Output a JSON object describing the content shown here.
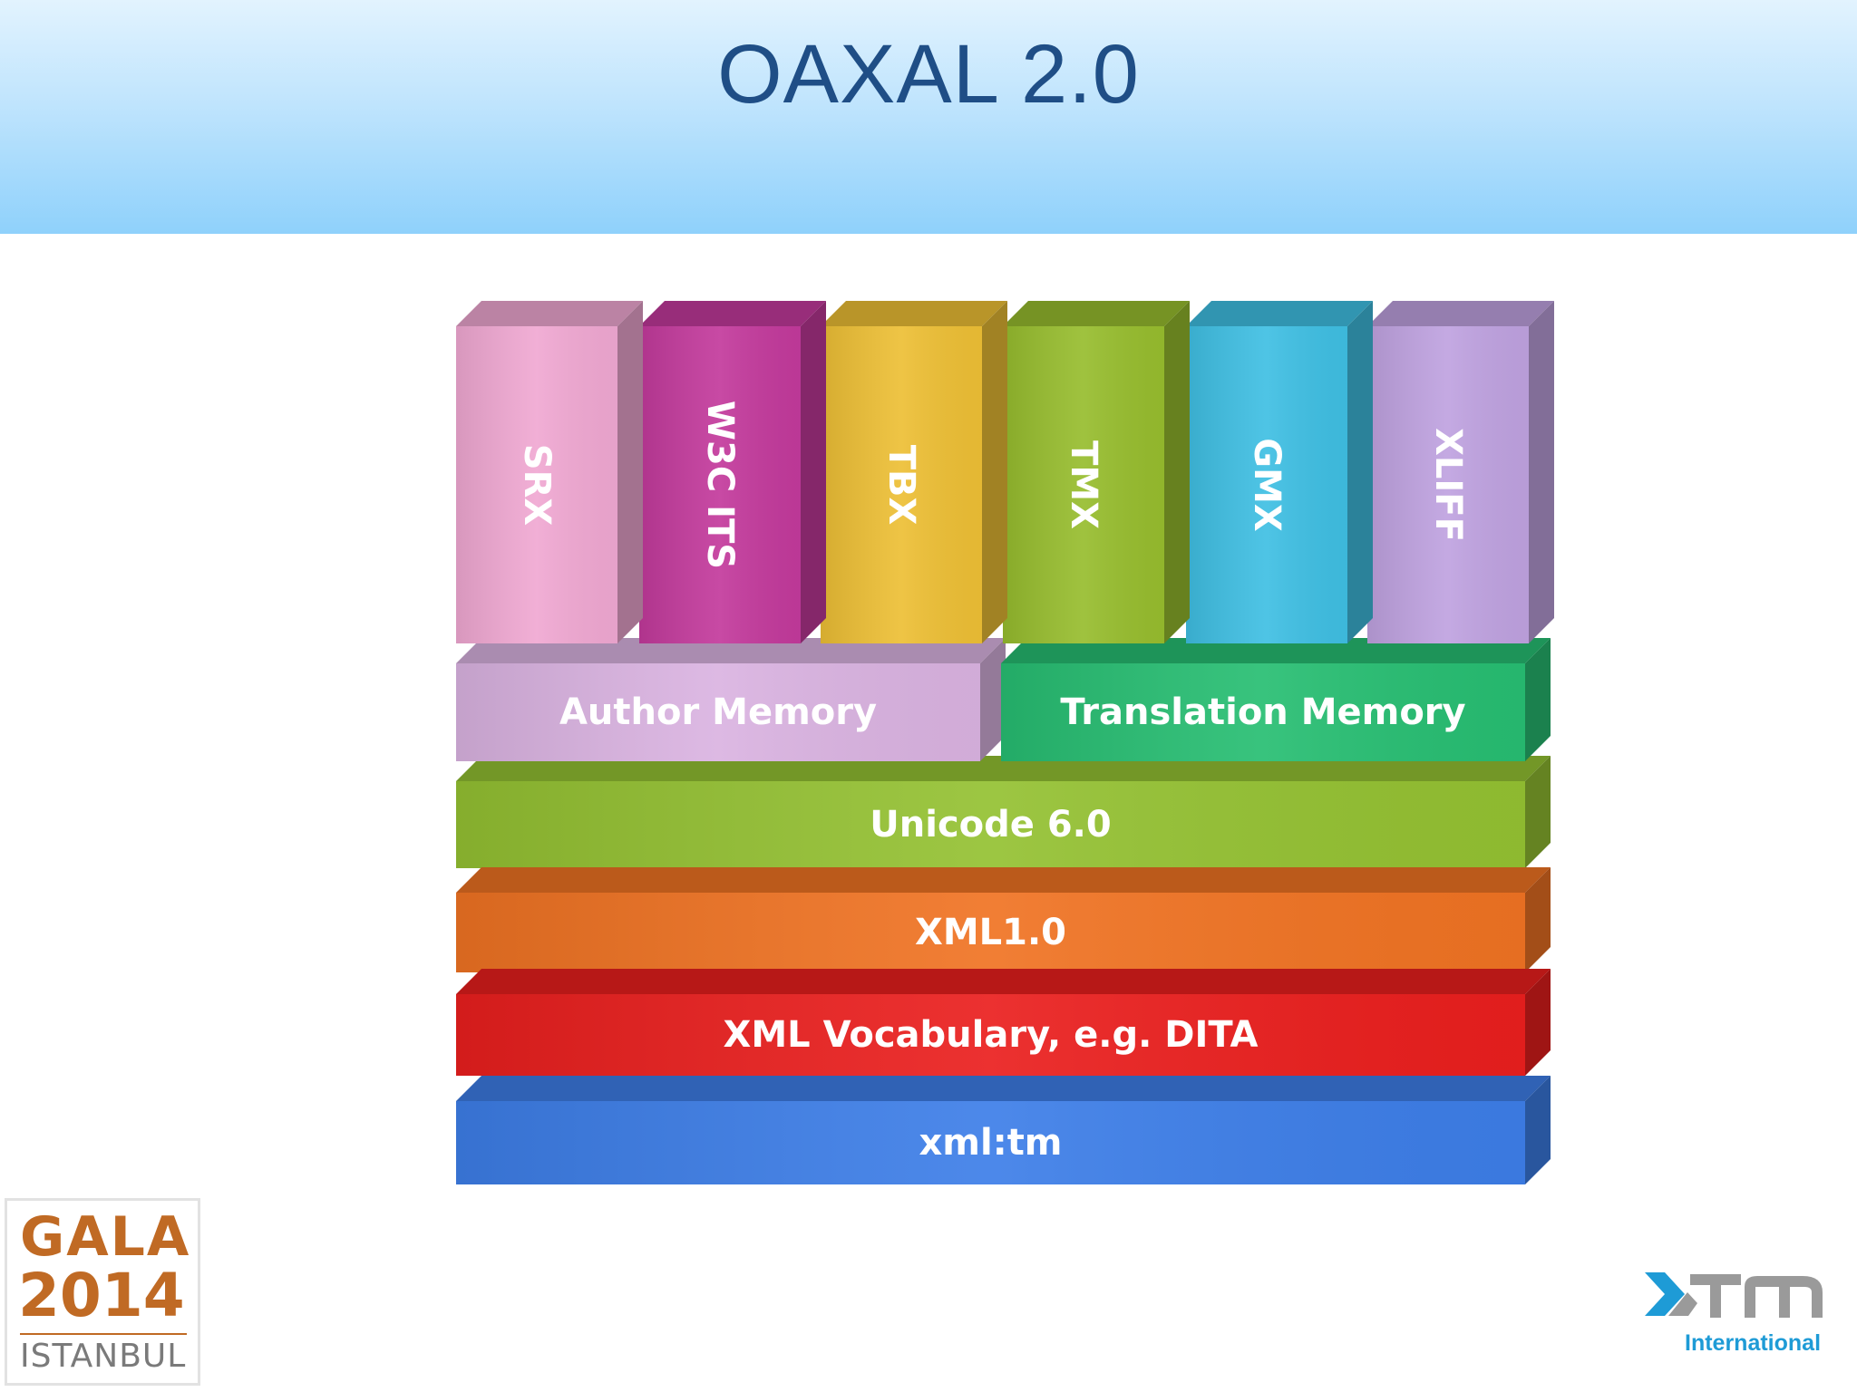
{
  "slide": {
    "title": "OAXAL 2.0"
  },
  "diagram": {
    "columns": [
      {
        "label": "SRX",
        "color": "#f0a8d2"
      },
      {
        "label": "W3C ITS",
        "color": "#c33a9c"
      },
      {
        "label": "TBX",
        "color": "#edbf35"
      },
      {
        "label": "TMX",
        "color": "#97bd2e"
      },
      {
        "label": "GMX",
        "color": "#3fbfe3"
      },
      {
        "label": "XLIFF",
        "color": "#bfa2e0"
      }
    ],
    "memory_row": [
      {
        "label": "Author Memory",
        "color": "#dab3e1"
      },
      {
        "label": "Translation Memory",
        "color": "#27be72"
      }
    ],
    "layers": [
      {
        "label": "xml:tm",
        "color": "#3d7ee8"
      },
      {
        "label": "XML Vocabulary, e.g. DITA",
        "color": "#ea1f1e"
      },
      {
        "label": "XML1.0",
        "color": "#f07323"
      },
      {
        "label": "Unicode 6.0",
        "color": "#94c132"
      }
    ]
  },
  "logos": {
    "gala": {
      "word": "GALA",
      "year": "2014",
      "city": "ISTANBUL"
    },
    "xtm": {
      "word": "XTM",
      "sub": "International"
    }
  }
}
